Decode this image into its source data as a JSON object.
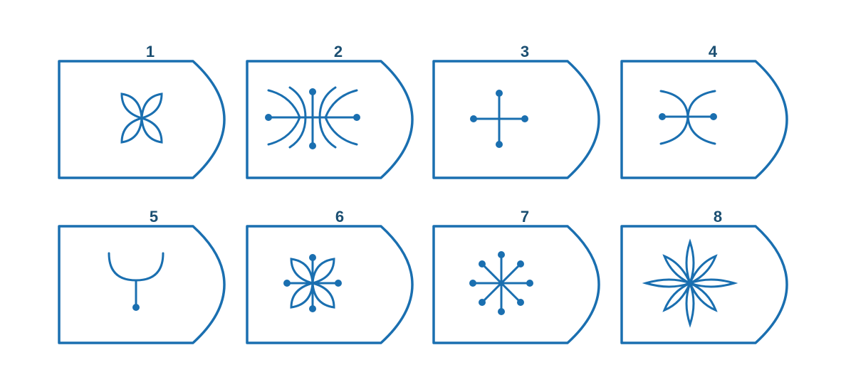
{
  "colors": {
    "stroke": "#1a6fb0",
    "label": "#1b4f72",
    "background": "#ffffff"
  },
  "cards": [
    {
      "label": "1",
      "symbol": "four-petal-flower-icon"
    },
    {
      "label": "2",
      "symbol": "cross-with-double-arcs-icon"
    },
    {
      "label": "3",
      "symbol": "plus-with-dots-icon"
    },
    {
      "label": "4",
      "symbol": "horizontal-line-with-opposed-arcs-icon"
    },
    {
      "label": "5",
      "symbol": "y-cup-with-dot-icon"
    },
    {
      "label": "6",
      "symbol": "petal-flower-with-cross-dots-icon"
    },
    {
      "label": "7",
      "symbol": "eight-spoke-star-with-dots-icon"
    },
    {
      "label": "8",
      "symbol": "eight-petal-flower-icon"
    }
  ]
}
